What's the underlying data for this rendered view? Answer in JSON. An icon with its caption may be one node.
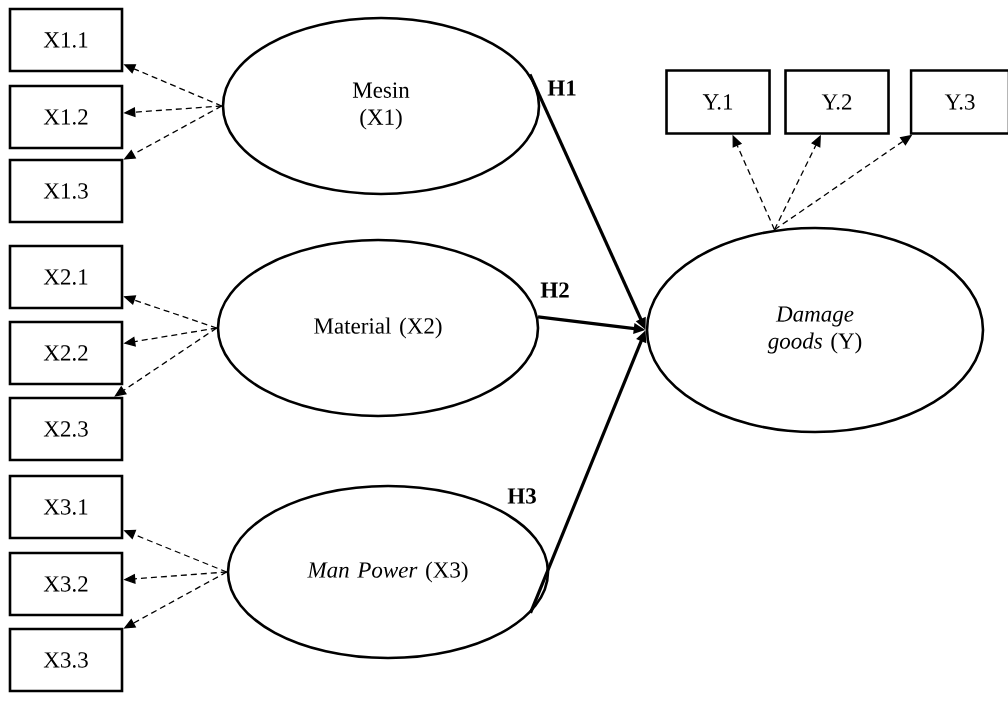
{
  "diagram": {
    "nodes": [
      {
        "text": [
          "Mesin (X1)"
        ]
      },
      {
        "text": [
          "Material (X2)"
        ]
      },
      {
        "text": [
          "*Man Power* (X3)"
        ]
      },
      {
        "text": [
          "*Damage goods* (Y)"
        ]
      },
      {
        "text": [
          "X1.1"
        ]
      },
      {
        "text": [
          "X1.2"
        ]
      },
      {
        "text": [
          "X1.3"
        ]
      },
      {
        "text": [
          "X2.1"
        ]
      },
      {
        "text": [
          "X2.2"
        ]
      },
      {
        "text": [
          "X2.3"
        ]
      },
      {
        "text": [
          "X3.1"
        ]
      },
      {
        "text": [
          "X3.2"
        ]
      },
      {
        "text": [
          "X3.3"
        ]
      },
      {
        "text": [
          "Y.1"
        ]
      },
      {
        "text": [
          "Y.2"
        ]
      },
      {
        "text": [
          "Y.3"
        ]
      }
    ],
    "edges": [
      {
        "from": 0,
        "to": 4,
        "arrow": "to",
        "style": "dashed"
      },
      {
        "from": 0,
        "to": 5,
        "arrow": "to",
        "style": "dashed"
      },
      {
        "from": 0,
        "to": 6,
        "arrow": "to",
        "style": "dashed"
      },
      {
        "from": 1,
        "to": 7,
        "arrow": "to",
        "style": "dashed"
      },
      {
        "from": 1,
        "to": 8,
        "arrow": "to",
        "style": "dashed"
      },
      {
        "from": 1,
        "to": 9,
        "arrow": "to",
        "style": "dashed"
      },
      {
        "from": 2,
        "to": 10,
        "arrow": "to",
        "style": "dashed"
      },
      {
        "from": 2,
        "to": 11,
        "arrow": "to",
        "style": "dashed"
      },
      {
        "from": 2,
        "to": 12,
        "arrow": "to",
        "style": "dashed"
      },
      {
        "from": 3,
        "to": 13,
        "arrow": "to",
        "style": "dashed"
      },
      {
        "from": 3,
        "to": 14,
        "arrow": "to",
        "style": "dashed"
      },
      {
        "from": 3,
        "to": 15,
        "arrow": "to",
        "style": "dashed"
      },
      {
        "from": 0,
        "to": 3,
        "arrow": "to",
        "style": "thick",
        "label": "H1"
      },
      {
        "from": 1,
        "to": 3,
        "arrow": "to",
        "style": "thick",
        "label": "H2"
      },
      {
        "from": 2,
        "to": 3,
        "arrow": "to",
        "style": "thick",
        "label": "H3"
      }
    ]
  }
}
